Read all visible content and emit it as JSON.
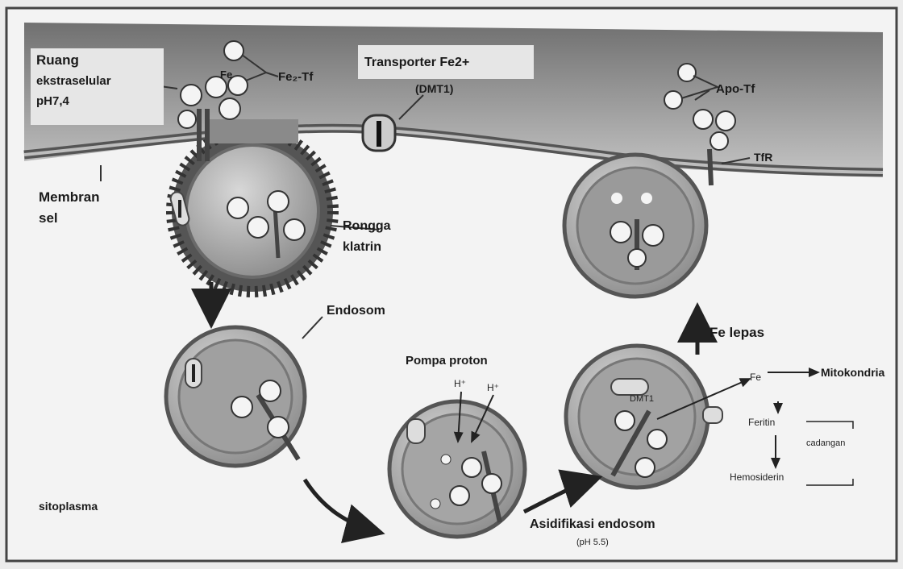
{
  "labels": {
    "ruang_line1": "Ruang",
    "ruang_line2": "ekstraselular",
    "ruang_line3": "pH7,4",
    "fe_tf": "Fe₂-Tf",
    "fe_tf_ion": "Fe",
    "transporter": "Transporter Fe2+",
    "dmt1_top": "(DMT1)",
    "apo_tf": "Apo-Tf",
    "tfr": "TfR",
    "membran_line1": "Membran",
    "membran_line2": "sel",
    "rongga_line1": "Rongga",
    "rongga_line2": "klatrin",
    "endosom": "Endosom",
    "pompa_proton": "Pompa proton",
    "h_plus_1": "H⁺",
    "h_plus_2": "H⁺",
    "fe_lepas": "Fe lepas",
    "fe_small": "Fe",
    "mitokondria": "Mitokondria",
    "dmt1_inner": "DMT1",
    "feritin": "Feritin",
    "storage": "cadangan",
    "hemosiderin": "Hemosiderin",
    "sitoplasma": "sitoplasma",
    "asidifikasi": "Asidifikasi endosom",
    "ph_endosom": "(pH 5.5)"
  }
}
